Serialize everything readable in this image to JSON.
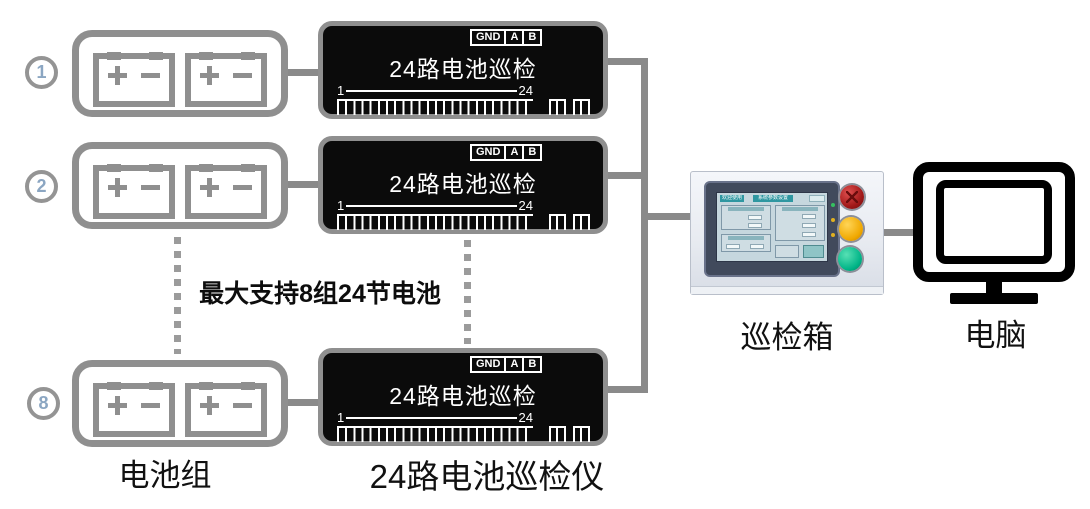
{
  "labels": {
    "battery_group": "电池组",
    "devices": "24路电池巡检仪",
    "inspection_box": "巡检箱",
    "computer": "电脑",
    "max_note": "最大支持8组24节电池"
  },
  "battery_groups": [
    {
      "num": "1"
    },
    {
      "num": "2"
    },
    {
      "num": "8"
    }
  ],
  "device": {
    "title": "24路电池巡检",
    "connectors": [
      "GND",
      "A",
      "B"
    ],
    "scale_start": "1",
    "scale_end": "24",
    "channel_count": 24
  },
  "hmi": {
    "title_left": "欢迎使用",
    "title_center": "系统参数设置"
  },
  "colors": {
    "outline_gray": "#8f8f8f",
    "connector_line": "#8a8a8a",
    "device_bg": "#0b0b0b",
    "indicator_red": "#c02525",
    "indicator_amber": "#f0a800",
    "indicator_green": "#00b487",
    "hmi_teal": "#2f97a1",
    "hmi_screen": "#c6d7de",
    "circle_number_blue": "#8ba6c2"
  }
}
